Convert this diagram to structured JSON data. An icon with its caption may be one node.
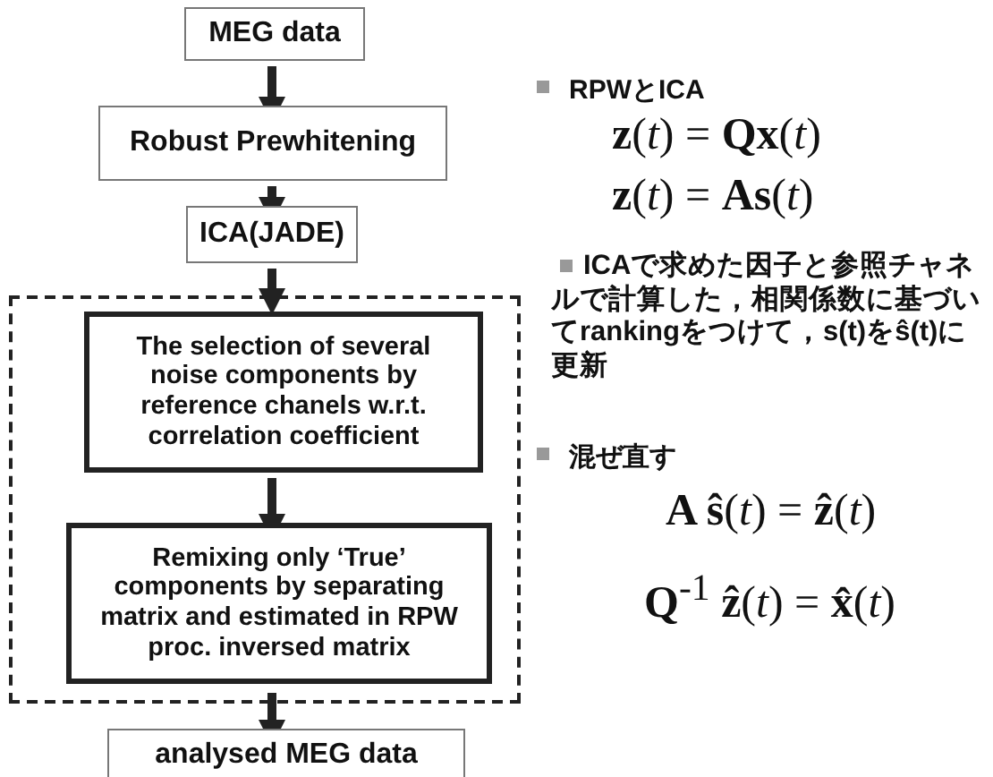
{
  "diagram": {
    "nodes": [
      {
        "text": [
          "MEG data"
        ]
      },
      {
        "text": [
          "Robust Prewhitening"
        ]
      },
      {
        "text": [
          "ICA(JADE)"
        ]
      },
      {
        "text": [],
        "shape": "box"
      },
      {
        "text": [
          "The selection of several noise components by reference chanels w.r.t. correlation coefficient"
        ],
        "in": 3
      },
      {
        "text": [
          "Remixing only ‘True’ components by separating matrix and estimated in RPW proc. inversed matrix"
        ],
        "in": 3
      },
      {
        "text": [
          "analysed MEG data"
        ]
      }
    ],
    "edges": [
      {
        "from": 0,
        "to": 1,
        "arrow": "to"
      },
      {
        "from": 1,
        "to": 2,
        "arrow": "to"
      },
      {
        "from": 2,
        "to": 3,
        "arrow": "to"
      },
      {
        "from": 4,
        "to": 5,
        "arrow": "to"
      },
      {
        "from": 3,
        "to": 6,
        "arrow": "to"
      }
    ],
    "labels": [
      "RPWとICA",
      "**z**(*t*) = **Qx**(*t*)",
      "**z**(*t*) = **As**(*t*)",
      "ICAで求めた因子と参照チャネルで計算した，相関係数に基づいてrankingをつけて，s(t)をŝ(t)に更新",
      "混ぜ直す",
      "**A ŝ**(*t*) = **ẑ**(*t*)",
      "**Q**$^{-1}$ **ẑ**(*t*) = **x̂**(*t*)"
    ]
  }
}
